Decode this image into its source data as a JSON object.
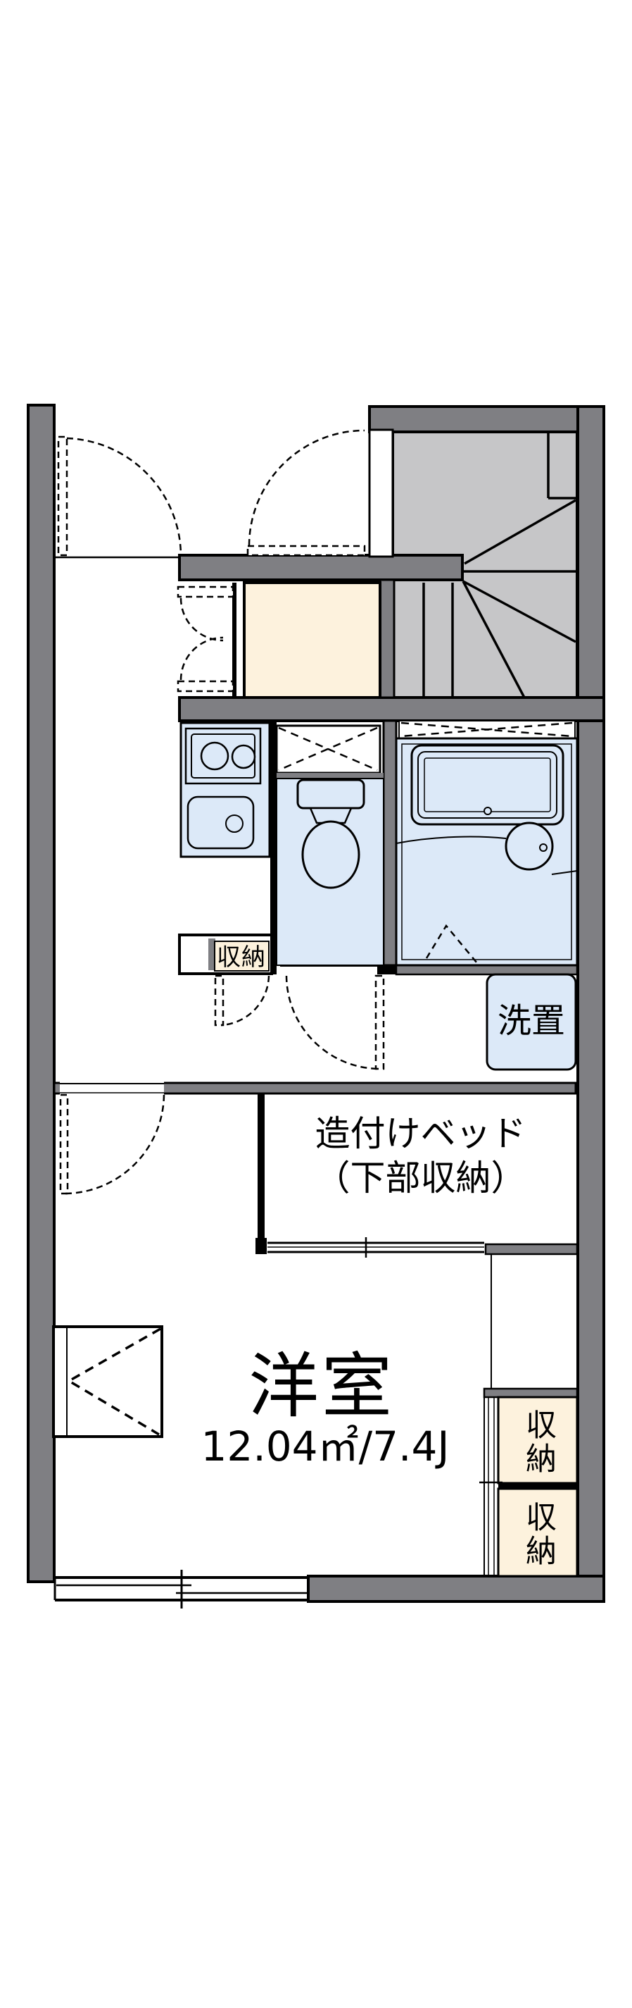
{
  "plan": {
    "labels": {
      "kitchen_storage": "収納",
      "washer": "洗置",
      "bed_line1": "造付けベッド",
      "bed_line2": "（下部収納）",
      "room_name": "洋室",
      "room_area": "12.04㎡/7.4J",
      "storage_right_top": "収納",
      "storage_right_bottom": "収納"
    },
    "colors": {
      "wall": "#7f7f83",
      "stair": "#c6c6c8",
      "fixture_blue": "#dce9f8",
      "storage_cream": "#fdf2dd",
      "line": "#000000",
      "background": "#ffffff"
    }
  }
}
